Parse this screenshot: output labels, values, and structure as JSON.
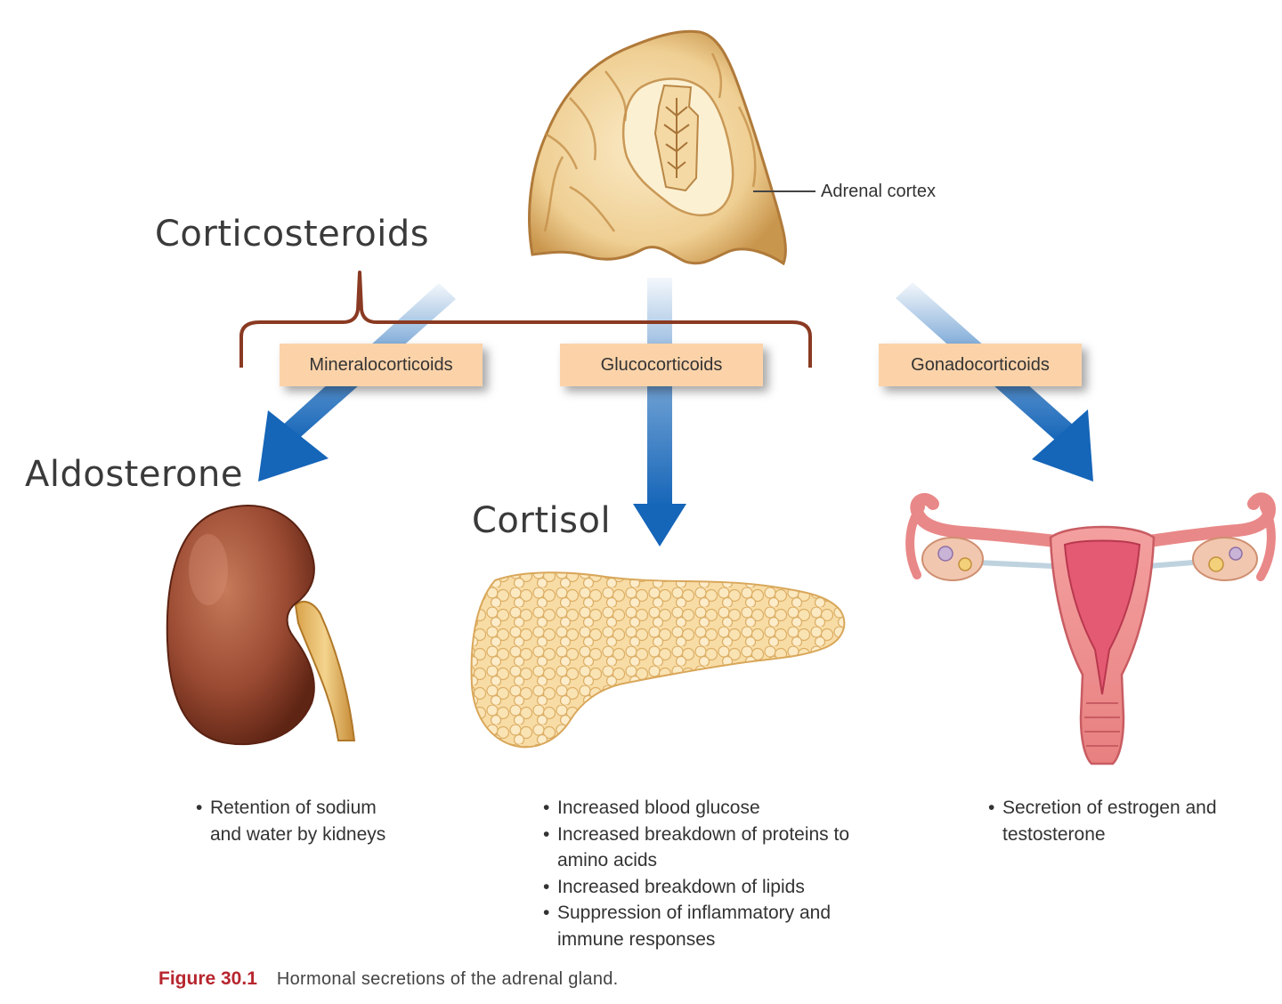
{
  "labels": {
    "adrenal_cortex": "Adrenal cortex",
    "corticosteroids": "Corticosteroids"
  },
  "classes": [
    {
      "name": "Mineralocorticoids",
      "hormone": "Aldosterone",
      "effects": [
        "Retention of sodium and water by kidneys"
      ]
    },
    {
      "name": "Glucocorticoids",
      "hormone": "Cortisol",
      "effects": [
        "Increased blood glucose",
        "Increased breakdown of proteins to amino acids",
        "Increased breakdown of lipids",
        "Suppression of inflammatory and immune responses"
      ]
    },
    {
      "name": "Gonadocorticoids",
      "hormone": "",
      "effects": [
        "Secretion of estrogen and testosterone"
      ]
    }
  ],
  "caption": {
    "number": "Figure 30.1",
    "text": "Hormonal secretions of the adrenal gland."
  },
  "colors": {
    "arrow_blue": "#1565b8",
    "bracket": "#8a3a22",
    "tag_bg": "#fcd3a9",
    "caption_red": "#b7262e"
  },
  "icons": [
    "adrenal-gland-illustration",
    "kidney-illustration",
    "pancreas-illustration",
    "uterus-illustration"
  ]
}
